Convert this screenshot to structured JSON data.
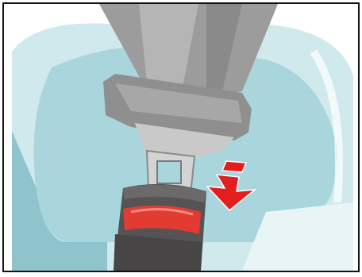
{
  "illustration": {
    "subject": "seat-belt-buckle-illustration",
    "parts": [
      "seat-belt-webbing",
      "latch-plate",
      "buckle",
      "release-button",
      "insert-arrow"
    ]
  },
  "colors": {
    "seat_back": "#a9d6dd",
    "seat_shadow": "#8fc4cc",
    "belt": "#9c9c9c",
    "belt_light": "#b5b5b5",
    "plate_metal": "#d3d3d3",
    "buckle_body": "#555353",
    "release_button": "#e23b33",
    "arrow": "#e41e1e"
  }
}
